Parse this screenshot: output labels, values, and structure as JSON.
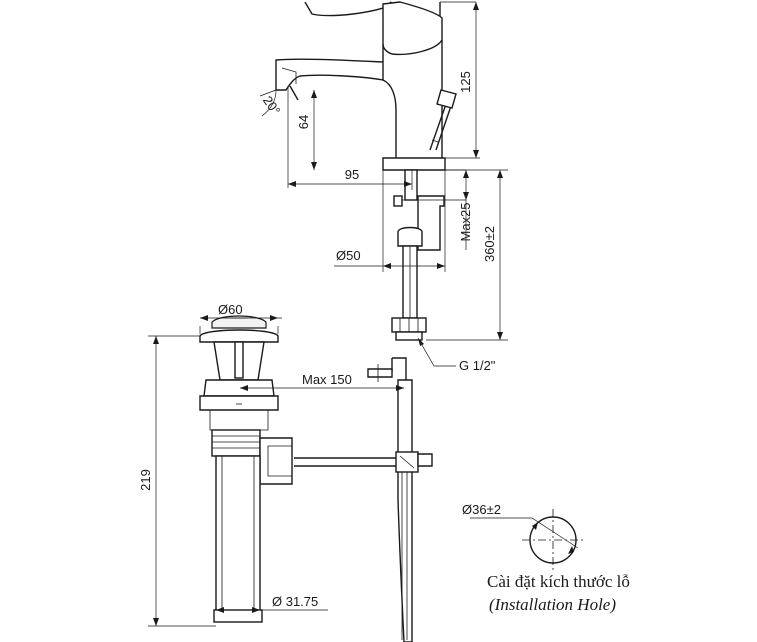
{
  "dimensions": {
    "spout_height": "125",
    "spout_outlet_height": "64",
    "spout_angle": "20°",
    "spout_reach": "95",
    "base_diameter": "Ø50",
    "max_deck_thickness": "Max25",
    "hose_length": "360±2",
    "hose_connection": "G 1/2\"",
    "drain_top_diameter": "Ø60",
    "rod_length": "Max 150",
    "drain_height": "219",
    "drain_tail_diameter": "Ø 31.75",
    "hole_diameter": "Ø36±2"
  },
  "caption": {
    "vietnamese": "Cài đặt kích thước lỗ",
    "english": "(Installation Hole)"
  }
}
